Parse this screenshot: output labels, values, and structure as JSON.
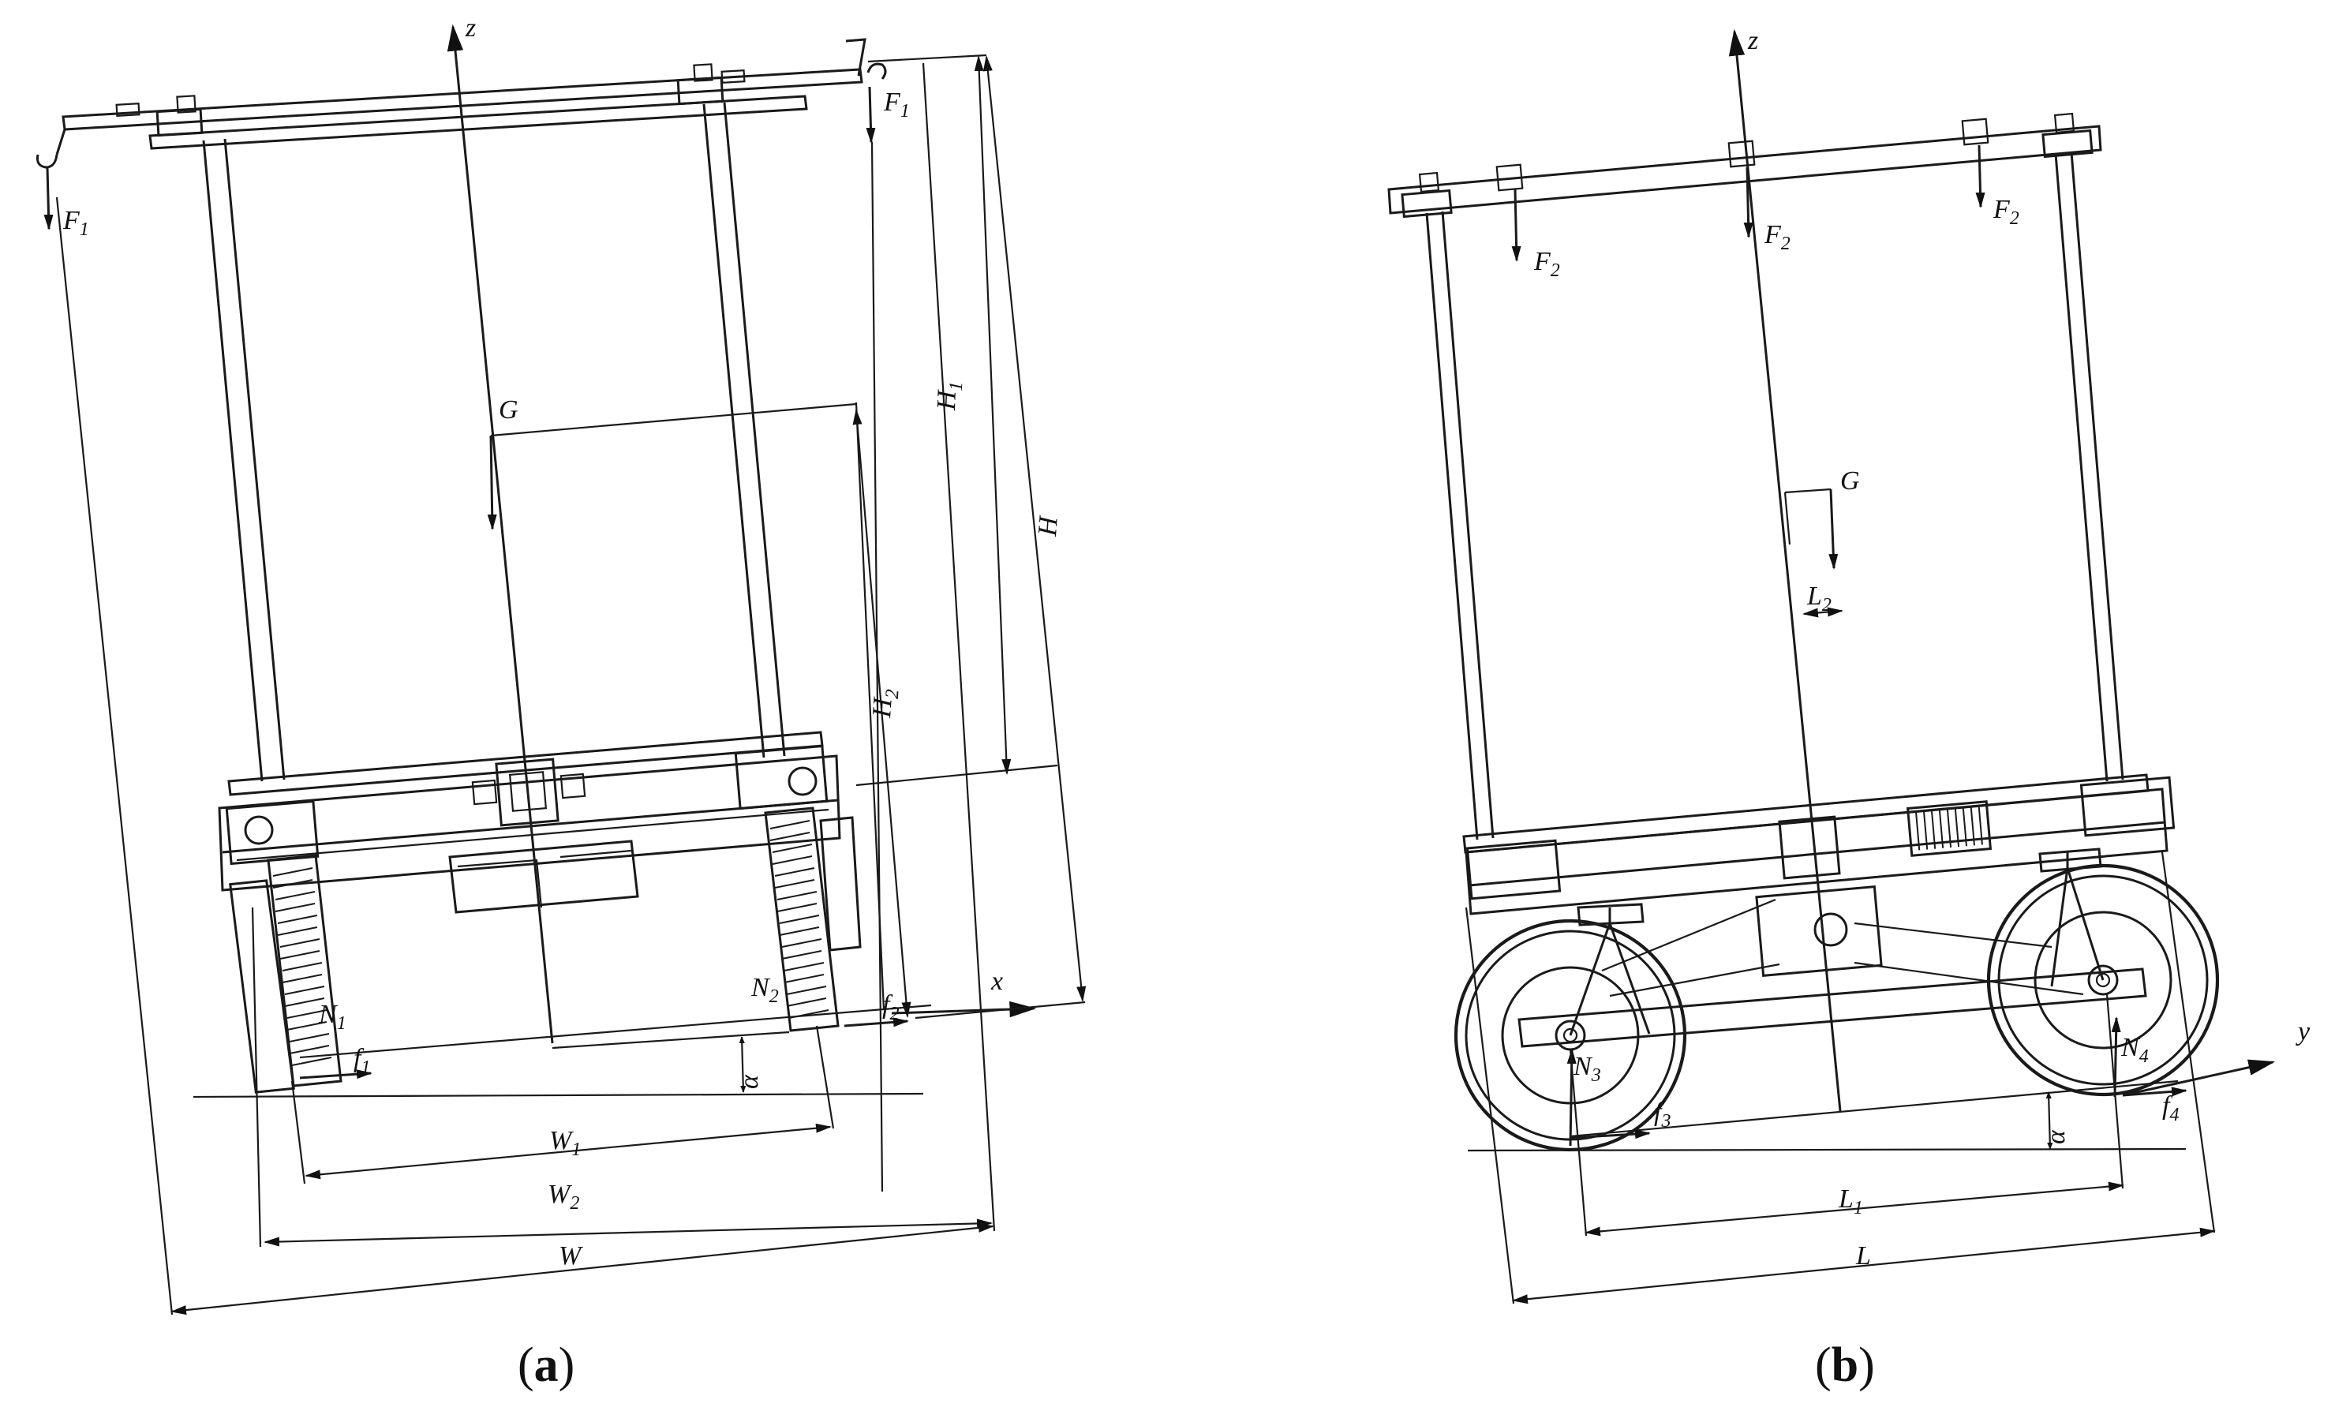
{
  "panel_a": {
    "caption": {
      "open": "(",
      "letter": "a",
      "close": ")"
    },
    "axis_z": "z",
    "axis_x": "x",
    "gravity": "G",
    "forces": {
      "F1_left": {
        "base": "F",
        "sub": "1"
      },
      "F1_right": {
        "base": "F",
        "sub": "1"
      },
      "N1": {
        "base": "N",
        "sub": "1"
      },
      "N2": {
        "base": "N",
        "sub": "2"
      },
      "f1": {
        "base": "f",
        "sub": "1"
      },
      "f2": {
        "base": "f",
        "sub": "2"
      }
    },
    "angle": "α",
    "dims": {
      "W1": {
        "base": "W",
        "sub": "1"
      },
      "W2": {
        "base": "W",
        "sub": "2"
      },
      "W": {
        "base": "W",
        "sub": ""
      },
      "H1": {
        "base": "H",
        "sub": "1"
      },
      "H2": {
        "base": "H",
        "sub": "2"
      },
      "H": {
        "base": "H",
        "sub": ""
      }
    }
  },
  "panel_b": {
    "caption": {
      "open": "(",
      "letter": "b",
      "close": ")"
    },
    "axis_z": "z",
    "axis_y": "y",
    "gravity": "G",
    "forces": {
      "F2_a": {
        "base": "F",
        "sub": "2"
      },
      "F2_b": {
        "base": "F",
        "sub": "2"
      },
      "F2_c": {
        "base": "F",
        "sub": "2"
      },
      "N3": {
        "base": "N",
        "sub": "3"
      },
      "N4": {
        "base": "N",
        "sub": "4"
      },
      "f3": {
        "base": "f",
        "sub": "3"
      },
      "f4": {
        "base": "f",
        "sub": "4"
      }
    },
    "angle": "α",
    "dims": {
      "L2": {
        "base": "L",
        "sub": "2"
      },
      "L1": {
        "base": "L",
        "sub": "1"
      },
      "L": {
        "base": "L",
        "sub": ""
      }
    }
  }
}
